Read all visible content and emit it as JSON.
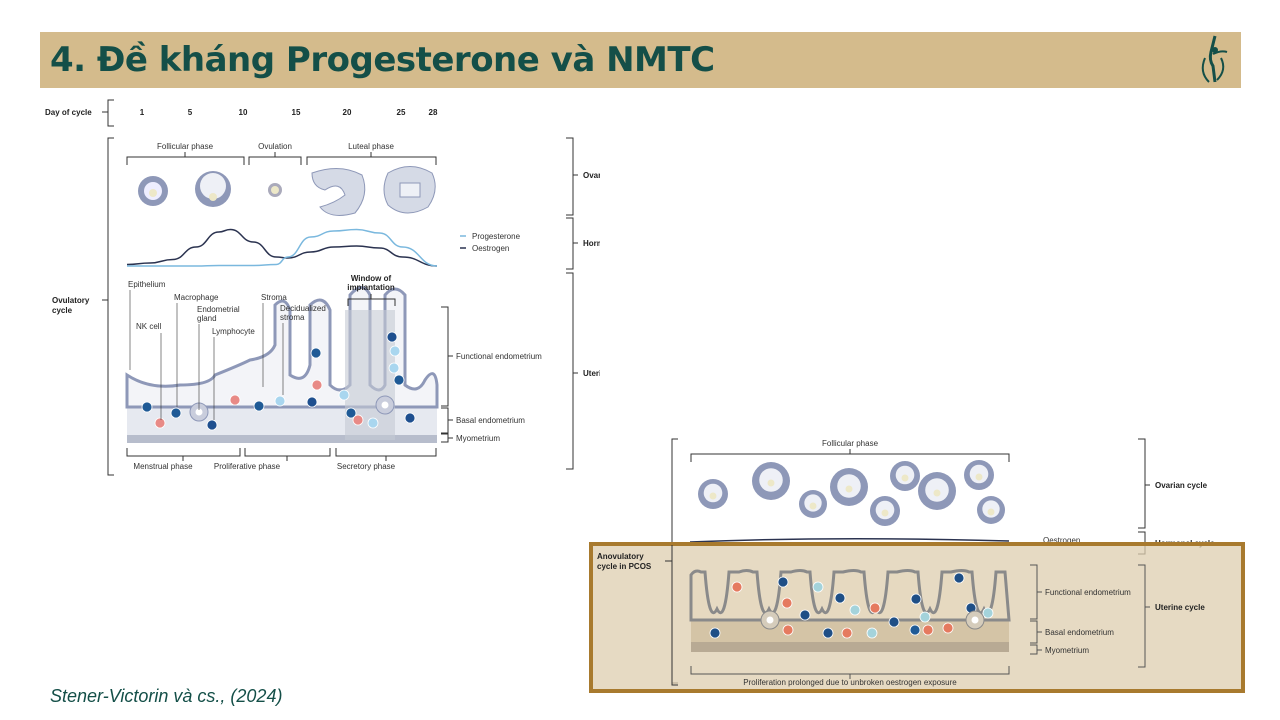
{
  "slide": {
    "title": "4. Đề kháng Progesterone và NMTC",
    "citation": "Stener-Victorin và cs., (2024)",
    "logo_icon": "dancer-figure-logo-icon",
    "colors": {
      "title_band": "#d4bb8c",
      "title_text": "#144f48",
      "highlight_border": "#a87a2e",
      "progesterone": "#7ab8de",
      "oestrogen": "#2b3350"
    }
  },
  "ovulatory": {
    "day_label": "Day of cycle",
    "days": [
      "1",
      "5",
      "10",
      "15",
      "20",
      "25",
      "28"
    ],
    "cycle_label_1": "Ovulatory",
    "cycle_label_2": "cycle",
    "phases_top": [
      "Follicular phase",
      "Ovulation",
      "Luteal phase"
    ],
    "legend": {
      "progesterone": "Progesterone",
      "oestrogen": "Oestrogen"
    },
    "right_labels": {
      "ovarian": "Ovarian cycle",
      "hormonal": "Hormonal cycle",
      "uterine": "Uterine cycle"
    },
    "tissue_labels": {
      "functional": "Functional endometrium",
      "basal": "Basal endometrium",
      "myometrium": "Myometrium"
    },
    "cell_labels": {
      "epithelium": "Epithelium",
      "nk_cell": "NK cell",
      "macrophage": "Macrophage",
      "gland_1": "Endometrial",
      "gland_2": "gland",
      "lymphocyte": "Lymphocyte",
      "stroma": "Stroma",
      "decid_1": "Decidualized",
      "decid_2": "stroma",
      "window_1": "Window of",
      "window_2": "implantation"
    },
    "phases_bottom": [
      "Menstrual phase",
      "Proliferative phase",
      "Secretory phase"
    ]
  },
  "anovulatory": {
    "cycle_label_1": "Anovulatory",
    "cycle_label_2": "cycle in PCOS",
    "phase_top": "Follicular phase",
    "legend_oestrogen": "Oestrogen",
    "right_labels": {
      "ovarian": "Ovarian cycle",
      "hormonal": "Hormonal cycle",
      "uterine": "Uterine cycle"
    },
    "tissue_labels": {
      "functional": "Functional endometrium",
      "basal": "Basal endometrium",
      "myometrium": "Myometrium"
    },
    "bottom_caption": "Proliferation prolonged due to unbroken oestrogen exposure"
  },
  "chart_data": {
    "type": "line",
    "title": "Hormonal cycle",
    "xlabel": "Day of cycle",
    "ylabel": "",
    "x": [
      1,
      3,
      5,
      7,
      9,
      10,
      12,
      14,
      15,
      17,
      19,
      21,
      23,
      25,
      28
    ],
    "series": [
      {
        "name": "Oestrogen",
        "values": [
          0.05,
          0.08,
          0.15,
          0.4,
          0.7,
          0.75,
          0.5,
          0.2,
          0.18,
          0.3,
          0.4,
          0.42,
          0.38,
          0.2,
          0.02
        ]
      },
      {
        "name": "Progesterone",
        "values": [
          0.02,
          0.02,
          0.02,
          0.02,
          0.03,
          0.03,
          0.03,
          0.05,
          0.2,
          0.6,
          0.72,
          0.75,
          0.68,
          0.4,
          0.02
        ]
      }
    ],
    "xlim": [
      1,
      28
    ],
    "ylim": [
      0,
      1
    ],
    "grid": false,
    "legend": "right"
  }
}
